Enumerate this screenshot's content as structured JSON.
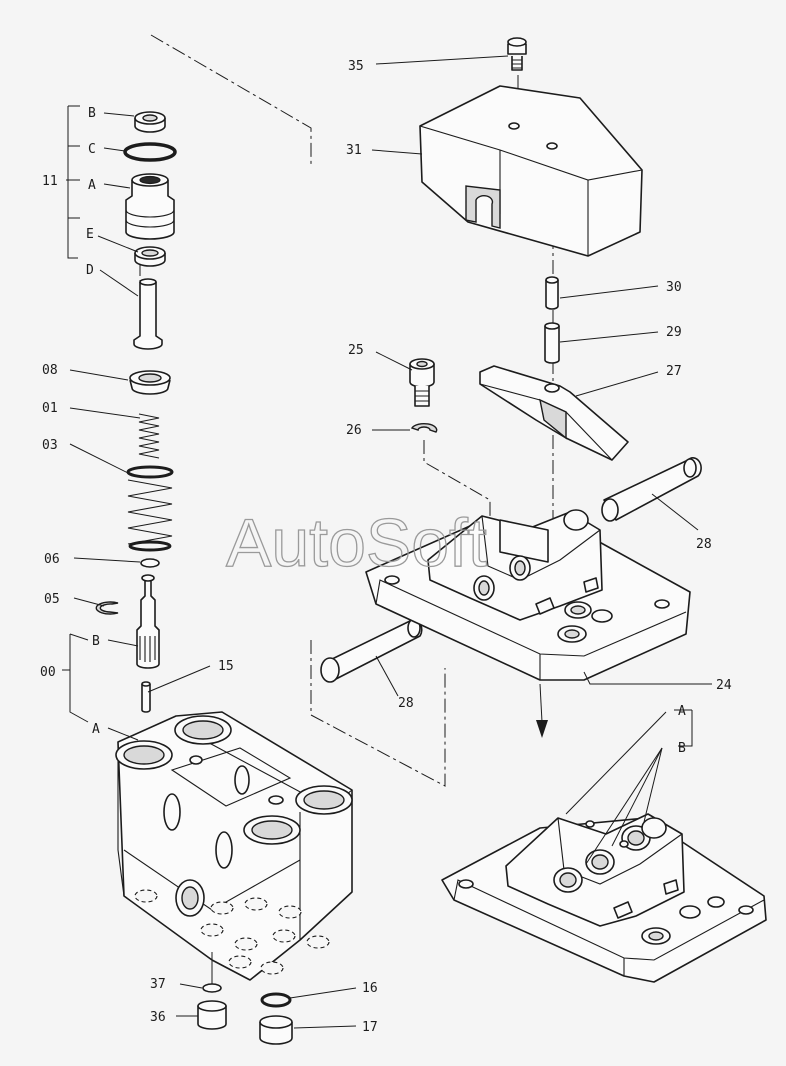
{
  "watermark": "AutoSoft",
  "labels": {
    "p11": "11",
    "p11b": "B",
    "p11c": "C",
    "p11a": "A",
    "p11e": "E",
    "p11d": "D",
    "p08": "08",
    "p01": "01",
    "p03": "03",
    "p06": "06",
    "p05": "05",
    "p00": "00",
    "p00b": "B",
    "p00a": "A",
    "p15": "15",
    "p37": "37",
    "p36": "36",
    "p16": "16",
    "p17": "17",
    "p35": "35",
    "p31": "31",
    "p30": "30",
    "p29": "29",
    "p27": "27",
    "p25": "25",
    "p26": "26",
    "p28a": "28",
    "p28b": "28",
    "p24": "24",
    "p24a": "A",
    "p24b": "B"
  }
}
